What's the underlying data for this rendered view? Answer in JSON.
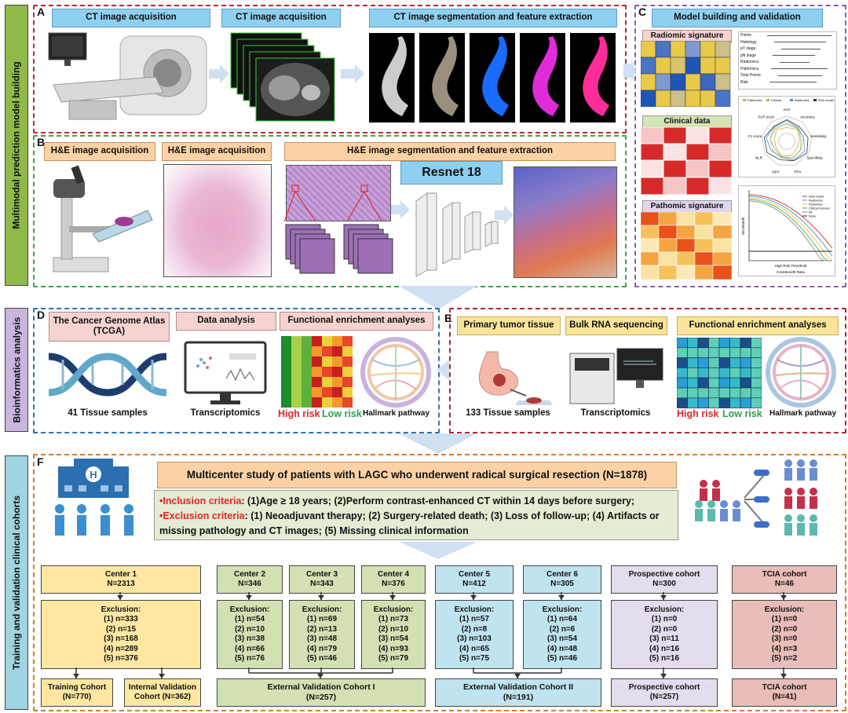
{
  "side_labels": {
    "model_building": "Multimodal prediction model building",
    "bioinformatics": "Bioinformatics analysis",
    "cohorts": "Training and validation clinical cohorts"
  },
  "panel_letters": {
    "a": "A",
    "b": "B",
    "c": "C",
    "d": "D",
    "e": "E",
    "f": "F"
  },
  "panel_a": {
    "box1": "CT image acquisition",
    "box2": "CT image acquisition",
    "box3": "CT image segmentation and feature extraction"
  },
  "panel_b": {
    "box1": "H&E image acquisition",
    "box2": "H&E image acquisition",
    "box3": "H&E image segmentation and feature extraction",
    "resnet": "Resnet 18"
  },
  "panel_c": {
    "title": "Model building and validation",
    "radiomic": "Radiomic signature",
    "clinical": "Clinical data",
    "pathomic": "Pathomic  signature",
    "nomogram_rows": [
      "Points",
      "Histology",
      "pT stage",
      "pN stage",
      "Radiomics",
      "Pathomics",
      "Total Points",
      "Risk"
    ],
    "radar_axes": [
      "AUC",
      "Accuracy",
      "Sensitivity",
      "Specificity",
      "PPV",
      "NPV",
      "NLR",
      "F1 score",
      "PLR (x10)"
    ],
    "radar_legend": [
      "Pathomics",
      "Clinical",
      "Radiomics",
      "RSA model"
    ],
    "dca_legend": [
      "RSA model",
      "Radiomics",
      "Pathomics",
      "Clinical features",
      "All",
      "None"
    ],
    "dca_xlabel": "High Risk Threshold",
    "dca_xlabel2": "Cost:Benefit Ratio",
    "dca_ylabel": "Net Benefit"
  },
  "panel_d": {
    "box1": "The Cancer Genome Atlas (TCGA)",
    "box2": "Data analysis",
    "box3": "Functional enrichment analyses",
    "cap1": "41 Tissue samples",
    "cap2": "Transcriptomics",
    "high_risk": "High risk",
    "low_risk": "Low risk",
    "hallmark": "Hallmark pathway"
  },
  "panel_e": {
    "box1": "Primary tumor tissue",
    "box2": "Bulk RNA sequencing",
    "box3": "Functional enrichment analyses",
    "cap1": "133 Tissue samples",
    "cap2": "Transcriptomics",
    "high_risk": "High risk",
    "low_risk": "Low risk",
    "hallmark": "Hallmark pathway"
  },
  "panel_f": {
    "title": "Multicenter study of patients with LAGC who underwent radical surgical resection (N=1878)",
    "inclusion_label": "•Inclusion criteria",
    "inclusion_text": ":  (1)Age ≥ 18 years; (2)Perform contrast-enhanced CT within 14 days before surgery;",
    "exclusion_label": "•Exclusion criteria",
    "exclusion_text": ": (1) Neoadjuvant therapy; (2) Surgery-related death; (3) Loss of follow-up; (4) Artifacts or missing  pathology and CT images; (5) Missing clinical information",
    "hospital_letter": "H"
  },
  "centers": [
    {
      "name": "Center 1",
      "n": "N=2313",
      "excl": [
        "(1) n=333",
        "(2) n=15",
        "(3) n=168",
        "(4) n=289",
        "(5) n=376"
      ]
    },
    {
      "name": "Center 2",
      "n": "N=346",
      "excl": [
        "(1) n=54",
        "(2) n=10",
        "(3) n=38",
        "(4) n=66",
        "(5) n=76"
      ]
    },
    {
      "name": "Center 3",
      "n": "N=343",
      "excl": [
        "(1) n=69",
        "(2) n=13",
        "(3) n=48",
        "(4) n=79",
        "(5) n=46"
      ]
    },
    {
      "name": "Center 4",
      "n": "N=376",
      "excl": [
        "(1) n=73",
        "(2) n=10",
        "(3) n=54",
        "(4) n=93",
        "(5) n=79"
      ]
    },
    {
      "name": "Center 5",
      "n": "N=412",
      "excl": [
        "(1) n=57",
        "(2) n=8",
        "(3) n=103",
        "(4) n=65",
        "(5) n=75"
      ]
    },
    {
      "name": "Center 6",
      "n": "N=305",
      "excl": [
        "(1) n=64",
        "(2) n=6",
        "(3) n=54",
        "(4) n=48",
        "(5) n=46"
      ]
    },
    {
      "name": "Prospective cohort",
      "n": "N=300",
      "excl": [
        "(1) n=0",
        "(2) n=0",
        "(3) n=11",
        "(4) n=16",
        "(5) n=16"
      ]
    },
    {
      "name": "TCIA cohort",
      "n": "N=46",
      "excl": [
        "(1) n=0",
        "(2) n=0",
        "(3) n=0",
        "(4) n=3",
        "(5) n=2"
      ]
    }
  ],
  "exclusion_heading": "Exclusion:",
  "outcomes": {
    "training": "Training Cohort\n(N=770)",
    "internal": "Internal Validation\nCohort  (N=362)",
    "external1": "External Validation Cohort I\n(N=257)",
    "external2": "External Validation Cohort II\n(N=191)",
    "prospective": "Prospective cohort\n(N=257)",
    "tcia": "TCIA cohort\n(N=41)"
  }
}
